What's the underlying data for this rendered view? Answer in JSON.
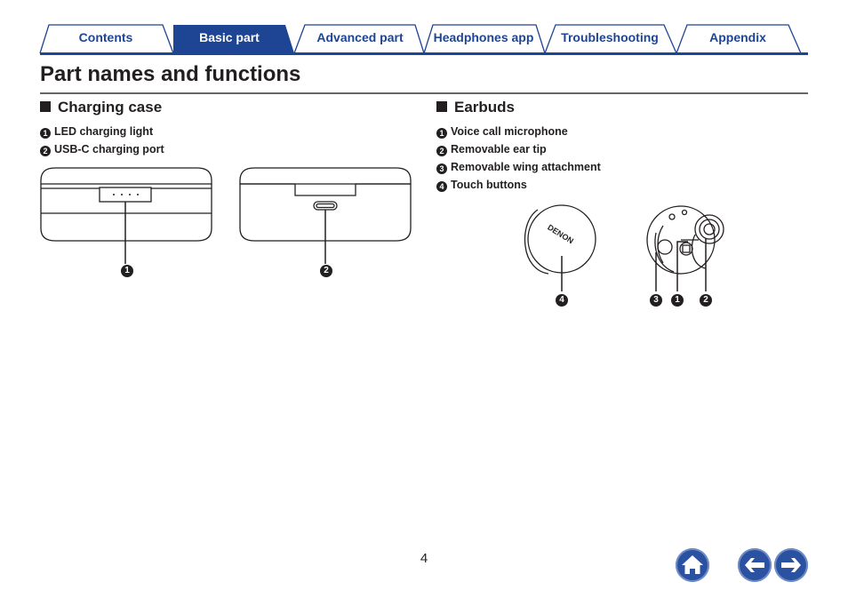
{
  "tabs": [
    {
      "label": "Contents"
    },
    {
      "label": "Basic part"
    },
    {
      "label": "Advanced part"
    },
    {
      "label": "Headphones app"
    },
    {
      "label": "Troubleshooting"
    },
    {
      "label": "Appendix"
    }
  ],
  "active_tab": "Basic part",
  "colors": {
    "tab_blue": "#1e4494",
    "active_tab_bg": "#1e4494",
    "nav_button": "#2b52a0"
  },
  "page_title": "Part names and functions",
  "charging_case": {
    "heading": "Charging case",
    "items": [
      {
        "num": "1",
        "label": "LED charging light"
      },
      {
        "num": "2",
        "label": "USB-C charging port"
      }
    ],
    "callouts": [
      "1",
      "2"
    ]
  },
  "earbuds": {
    "heading": "Earbuds",
    "items": [
      {
        "num": "1",
        "label": "Voice call microphone"
      },
      {
        "num": "2",
        "label": "Removable ear tip"
      },
      {
        "num": "3",
        "label": "Removable wing attachment"
      },
      {
        "num": "4",
        "label": "Touch buttons"
      }
    ],
    "logo_text": "DENON",
    "callouts": [
      "4",
      "3",
      "1",
      "2"
    ]
  },
  "page_number": "4",
  "nav_icons": [
    "home-icon",
    "arrow-left-icon",
    "arrow-right-icon"
  ]
}
